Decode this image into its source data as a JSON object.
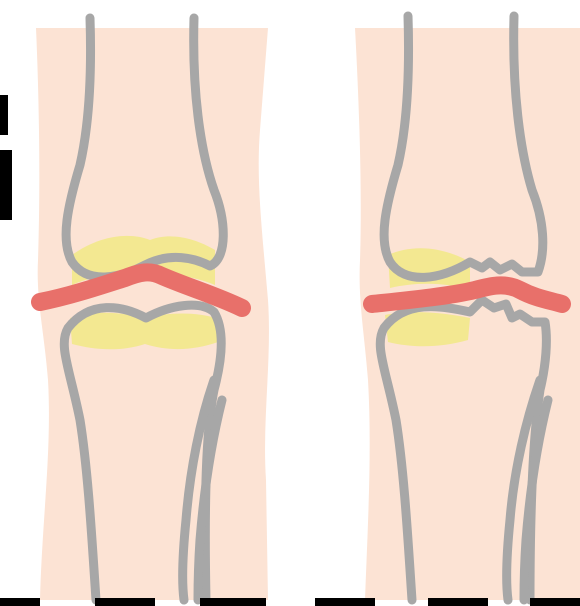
{
  "diagram": {
    "panels": [
      {
        "id": "healthy-knee",
        "state": "healthy"
      },
      {
        "id": "damaged-knee",
        "state": "damaged"
      }
    ],
    "colors": {
      "background": "#ffffff",
      "skin": "#fce3d4",
      "bone_outline": "#a7a7a7",
      "cartilage": "#f2e88a",
      "meniscus": "#e8706a",
      "frame_marks": "#000000"
    }
  }
}
